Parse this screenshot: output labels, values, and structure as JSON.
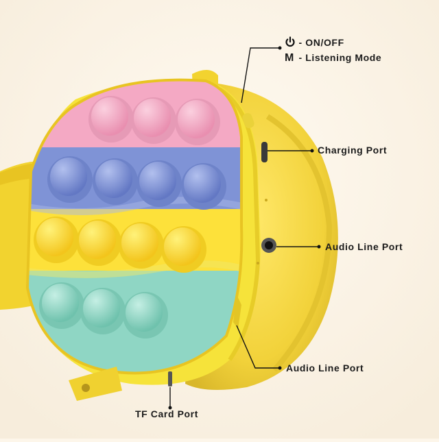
{
  "legend": {
    "power": {
      "icon": "power-icon",
      "text": "- ON/OFF"
    },
    "mode": {
      "key": "M",
      "text": "- Listening Mode"
    }
  },
  "callouts": {
    "charging_port": "Charging Port",
    "audio_line_port_upper": "Audio Line Port",
    "audio_line_port_lower": "Audio Line Port",
    "tf_card_port": "TF Card Port"
  },
  "colors": {
    "background": "#fdf6ea",
    "headphone_yellow": "#f6e33a",
    "pink": "#f4a9c4",
    "blue": "#7f93d6",
    "yellow": "#fde13a",
    "mint": "#8fd6c4"
  }
}
